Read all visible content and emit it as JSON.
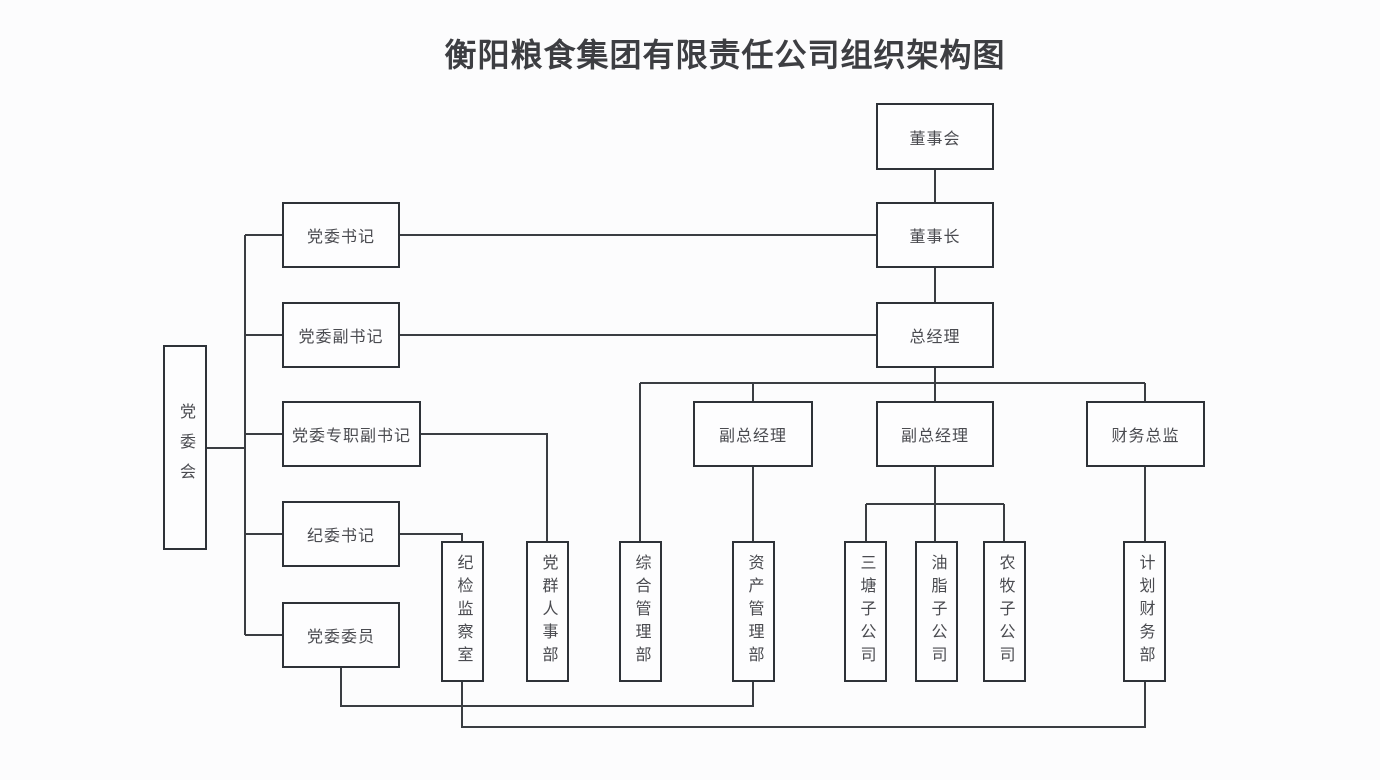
{
  "title": "衡阳粮食集团有限责任公司组织架构图",
  "colors": {
    "background": "#fcfcfd",
    "box_border": "#2e3238",
    "connector_line": "#3a3d42",
    "box_text": "#4a4b50",
    "title_text": "#3d3e42"
  },
  "nodes": {
    "board": "董事会",
    "chairman": "董事长",
    "general_manager": "总经理",
    "party_committee": "党委会",
    "party_secretary": "党委书记",
    "party_deputy_secretary": "党委副书记",
    "party_fulltime_deputy_secretary": "党委专职副书记",
    "discipline_secretary": "纪委书记",
    "party_member": "党委委员",
    "deputy_gm_1": "副总经理",
    "deputy_gm_2": "副总经理",
    "cfo": "财务总监",
    "discipline_inspection_office": "纪检监察室",
    "party_mass_hr_dept": "党群人事部",
    "general_admin_dept": "综合管理部",
    "asset_mgmt_dept": "资产管理部",
    "santang_subsidiary": "三塘子公司",
    "oil_fat_subsidiary": "油脂子公司",
    "agri_husbandry_subsidiary": "农牧子公司",
    "planning_finance_dept": "计划财务部"
  }
}
